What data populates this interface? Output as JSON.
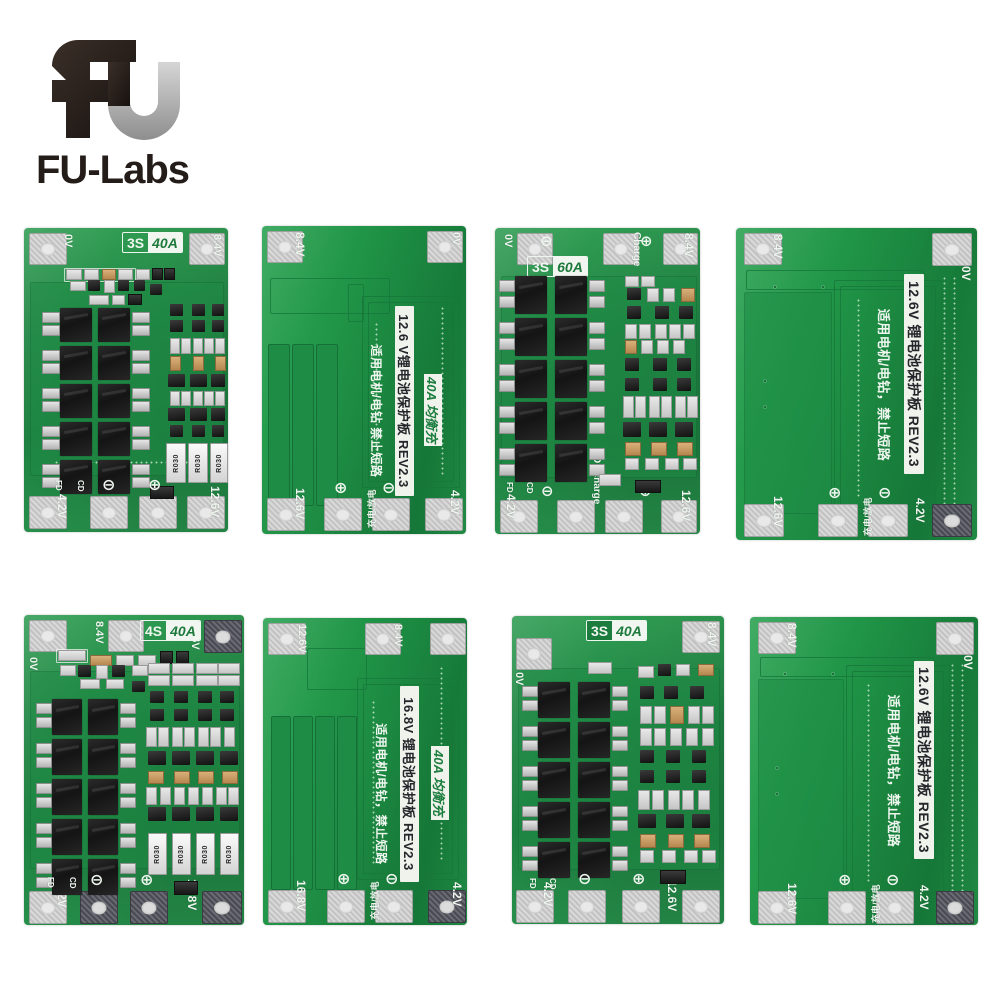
{
  "brand": {
    "name": "FU-Labs",
    "logo_icon": "fu-logo-icon"
  },
  "product": {
    "type": "BMS lithium battery protection board product photo grid",
    "rows": 2,
    "columns": 4
  },
  "boards": [
    {
      "id": "board-1",
      "side": "front",
      "rating_cells": "3S",
      "rating_amps": "40A",
      "pads": [
        {
          "label": "0V",
          "corner": "top-left"
        },
        {
          "label": "8.4V",
          "corner": "top-right"
        },
        {
          "label": "4.2V",
          "corner": "bottom-left"
        },
        {
          "label": "12.6V",
          "corner": "bottom-right"
        }
      ],
      "symbols": [
        "⊖",
        "⊕"
      ],
      "silk_marks": [
        "FD",
        "CD"
      ]
    },
    {
      "id": "board-2",
      "side": "back",
      "pads": [
        {
          "label": "8.4V",
          "corner": "top-left"
        },
        {
          "label": "0V",
          "corner": "top-right"
        },
        {
          "label": "12.6V",
          "corner": "bottom-left"
        },
        {
          "label": "4.2V",
          "corner": "bottom-right"
        }
      ],
      "label_main": "12.6 V锂电池保护板  REV2.3",
      "label_sub": "适用电机/电钻  禁止短路",
      "balance_tag": "40A 均衡充",
      "warning_icon": "warning-triangle-icon",
      "port_text": "充电/放电",
      "symbols": [
        "⊕",
        "⊖"
      ]
    },
    {
      "id": "board-3",
      "side": "front",
      "rating_cells": "3S",
      "rating_amps": "60A",
      "pads": [
        {
          "label": "0V",
          "corner": "top-left"
        },
        {
          "label": "8.4V",
          "corner": "top-right"
        },
        {
          "label": "4.2V",
          "corner": "bottom-left"
        },
        {
          "label": "12.6V",
          "corner": "bottom-right"
        }
      ],
      "port_labels": [
        "Charge",
        "Discharge"
      ],
      "symbols": [
        "⊖",
        "⊕"
      ],
      "silk_marks": [
        "FD",
        "CD"
      ]
    },
    {
      "id": "board-4",
      "side": "back",
      "pads": [
        {
          "label": "8.4V",
          "corner": "top-left"
        },
        {
          "label": "0V",
          "corner": "top-right"
        },
        {
          "label": "12.6V",
          "corner": "bottom-left"
        },
        {
          "label": "4.2V",
          "corner": "bottom-right"
        }
      ],
      "label_main": "12.6V 锂电池保护板  REV2.3",
      "label_sub": "适用电机/电钻，禁止短路",
      "warning_icon": "warning-triangle-icon",
      "port_text": "充电/放电",
      "symbols": [
        "⊕",
        "⊖"
      ]
    },
    {
      "id": "board-5",
      "side": "front",
      "rating_cells": "4S",
      "rating_amps": "40A",
      "pads": [
        {
          "label": "0V",
          "corner": "left-upper"
        },
        {
          "label": "8.4V",
          "corner": "top-mid"
        },
        {
          "label": "12.6V",
          "corner": "top-right"
        },
        {
          "label": "4.2V",
          "corner": "bottom-left"
        },
        {
          "label": "16.8V",
          "corner": "bottom-right"
        }
      ],
      "symbols": [
        "⊖",
        "⊕"
      ],
      "silk_marks": [
        "FD",
        "CD"
      ]
    },
    {
      "id": "board-6",
      "side": "back",
      "pads": [
        {
          "label": "12.6V",
          "corner": "top-left"
        },
        {
          "label": "8.4V",
          "corner": "top-mid"
        },
        {
          "label": "0V",
          "corner": "top-right"
        },
        {
          "label": "16.8V",
          "corner": "bottom-left"
        },
        {
          "label": "4.2V",
          "corner": "bottom-right"
        }
      ],
      "label_main": "16.8V 锂电池保护板 REV2.3",
      "label_sub": "适用电机/电钻，禁止短路",
      "balance_tag": "40A 均衡充",
      "warning_icon": "warning-triangle-icon",
      "port_text": "充电/放电",
      "symbols": [
        "⊕",
        "⊖"
      ]
    },
    {
      "id": "board-7",
      "side": "front",
      "rating_cells": "3S",
      "rating_amps": "40A",
      "pads": [
        {
          "label": "0V",
          "corner": "left-upper"
        },
        {
          "label": "8.4V",
          "corner": "top-right"
        },
        {
          "label": "4.2V",
          "corner": "bottom-left"
        },
        {
          "label": "12.6V",
          "corner": "bottom-right"
        }
      ],
      "symbols": [
        "⊖",
        "⊕"
      ],
      "silk_marks": [
        "FD",
        "CD"
      ]
    },
    {
      "id": "board-8",
      "side": "back",
      "pads": [
        {
          "label": "8.4V",
          "corner": "top-left"
        },
        {
          "label": "0V",
          "corner": "top-right"
        },
        {
          "label": "12.6V",
          "corner": "bottom-left"
        },
        {
          "label": "4.2V",
          "corner": "bottom-right"
        }
      ],
      "label_main": "12.6V 锂电池保护板  REV2.3",
      "label_sub": "适用电机/电钻，禁止短路",
      "warning_icon": "warning-triangle-icon",
      "port_text": "充电/放电",
      "symbols": [
        "⊕",
        "⊖"
      ]
    }
  ],
  "component_marks": {
    "big_resistor": "R030"
  },
  "colors": {
    "background": "#ffffff",
    "pcb_green": "#1f9346",
    "pcb_green_light": "#2fa055",
    "silkscreen_white": "#eef6ef",
    "label_white": "#f0f3ec",
    "logo_dark": "#241c18",
    "logo_grey": "#b9b9b9",
    "component_black": "#1a1a1a",
    "pad_silver": "#d0d0d0"
  }
}
